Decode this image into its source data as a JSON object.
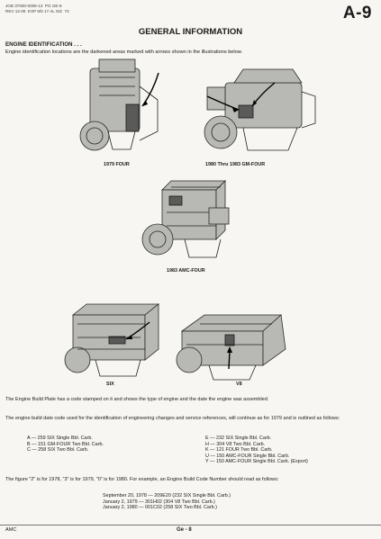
{
  "header": {
    "job_lines": "JOB 37000-0008-13  PG GE-8\nREV 12-09  EXP 8/5 17 AL SIZ  74",
    "page_id": "A-9"
  },
  "title": "GENERAL INFORMATION",
  "section": {
    "heading": "ENGINE IDENTIFICATION . . .",
    "intro": "Engine identification locations are the darkened areas marked with arrows shown in the illustrations below."
  },
  "figures": {
    "fig1_caption": "1979 FOUR",
    "fig2_caption": "1980 Thru 1983 GM-FOUR",
    "fig3_caption": "1983 AMC-FOUR",
    "fig4_caption": "SIX",
    "fig5_caption": "V8"
  },
  "body": {
    "para1": "The Engine Build Plate has a code stamped on it and shows the type of engine and the date the engine was assembled.",
    "para2": "The engine build date code used for the identification of engineering changes and service references, will continue as for 1979 and is outlined as follows:",
    "codes_left": [
      "A — 259 SIX Single Bbl. Carb.",
      "B — 151 GM-FOUR Two Bbl. Carb.",
      "C — 258 SIX Two Bbl. Carb."
    ],
    "codes_right": [
      "E — 232 SIX Single Bbl. Carb.",
      "H — 304 V8 Two Bbl. Carb.",
      "K — 121 FOUR Two Bbl. Carb.",
      "U — 150 AMC-FOUR Single Bbl. Carb.",
      "Y — 150 AMC-FOUR Single Bbl. Carb. (Export)"
    ],
    "para3": "The figure \"2\" is for 1978, \"3\" is for 1979, \"0\" is for 1980. For example, an Engine Build Code Number should read as follows:",
    "examples": [
      "September 20, 1978 — 209E20 (232 SIX Single Bbl. Carb.)",
      "January 2, 1979 — 301H02 (304 V8 Two Bbl. Carb.)",
      "January 2, 1980 — 001C02 (258 SIX Two Bbl. Carb.)"
    ]
  },
  "footer": {
    "left": "AMC",
    "center": "Ge - 8"
  }
}
